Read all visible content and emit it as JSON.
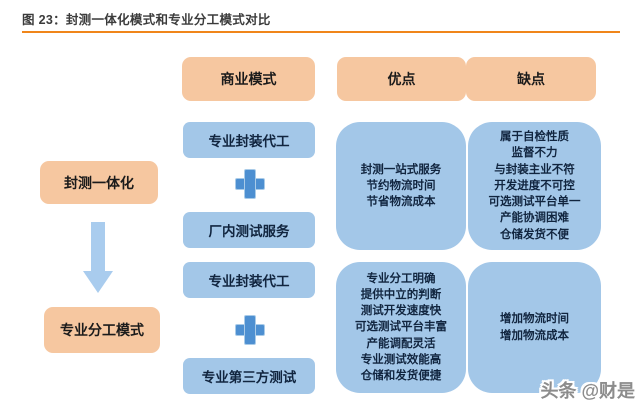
{
  "page": {
    "title": "图 23：封测一体化模式和专业分工模式对比",
    "watermark": "头条 @财是"
  },
  "table": {
    "column_headers": [
      "商业模式",
      "优点",
      "缺点"
    ],
    "rows": [
      {
        "mode": "封测一体化",
        "components": [
          "专业封装代工",
          "厂内测试服务"
        ],
        "advantages": "封测一站式服务\n节约物流时间\n节省物流成本",
        "disadvantages": "属于自检性质\n监督不力\n与封装主业不符\n开发进度不可控\n可选测试平台单一\n产能协调困难\n仓储发货不便"
      },
      {
        "mode": "专业分工模式",
        "components": [
          "专业封装代工",
          "专业第三方测试"
        ],
        "advantages": "专业分工明确\n提供中立的判断\n测试开发速度快\n可选测试平台丰富\n产能调配灵活\n专业测试效能高\n仓储和发货便捷",
        "disadvantages": "增加物流时间\n增加物流成本"
      }
    ]
  },
  "icons": {
    "plus": "+",
    "down_arrow": "▼"
  },
  "colors": {
    "header_fill": "#F6C7A0",
    "box_fill": "#A3C7E8",
    "plus_blue": "#4D8FD1",
    "plus_edge": "#A9CBE8",
    "arrow_blue": "#A9CCEE",
    "rule_orange": "#F0861A",
    "title_text": "#3B3B3B",
    "box_text": "#11253F",
    "peach_text": "#1B1B1B",
    "watermark_gray": "#8C8C8C"
  }
}
